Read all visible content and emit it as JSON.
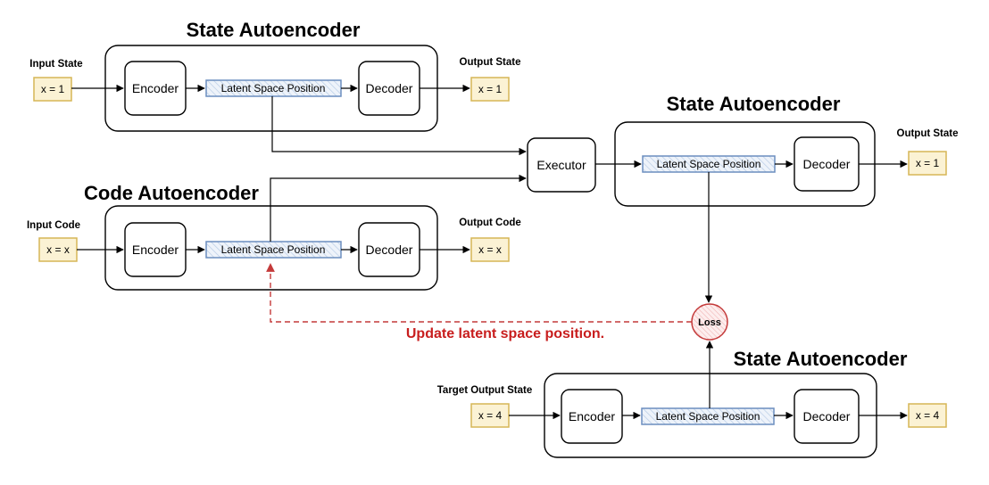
{
  "top_sae": {
    "title": "State Autoencoder",
    "input_label": "Input State",
    "input_value": "x = 1",
    "encoder": "Encoder",
    "latent": "Latent Space Position",
    "decoder": "Decoder",
    "output_label": "Output State",
    "output_value": "x = 1"
  },
  "code_ae": {
    "title": "Code Autoencoder",
    "input_label": "Input Code",
    "input_value": "x = x",
    "encoder": "Encoder",
    "latent": "Latent Space Position",
    "decoder": "Decoder",
    "output_label": "Output Code",
    "output_value": "x = x"
  },
  "executor": "Executor",
  "right_sae": {
    "title": "State Autoencoder",
    "latent": "Latent Space Position",
    "decoder": "Decoder",
    "output_label": "Output State",
    "output_value": "x = 1"
  },
  "loss": "Loss",
  "update_label": "Update latent space position.",
  "bottom_sae": {
    "title": "State Autoencoder",
    "input_label": "Target Output State",
    "input_value": "x = 4",
    "encoder": "Encoder",
    "latent": "Latent Space Position",
    "decoder": "Decoder",
    "output_value": "x = 4"
  },
  "colors": {
    "value_fill": "#fbf2d4",
    "value_stroke": "#d6b656",
    "latent_stroke": "#6c8ebf",
    "loss_stroke": "#c43a3a",
    "update_text": "#c81e1e"
  }
}
